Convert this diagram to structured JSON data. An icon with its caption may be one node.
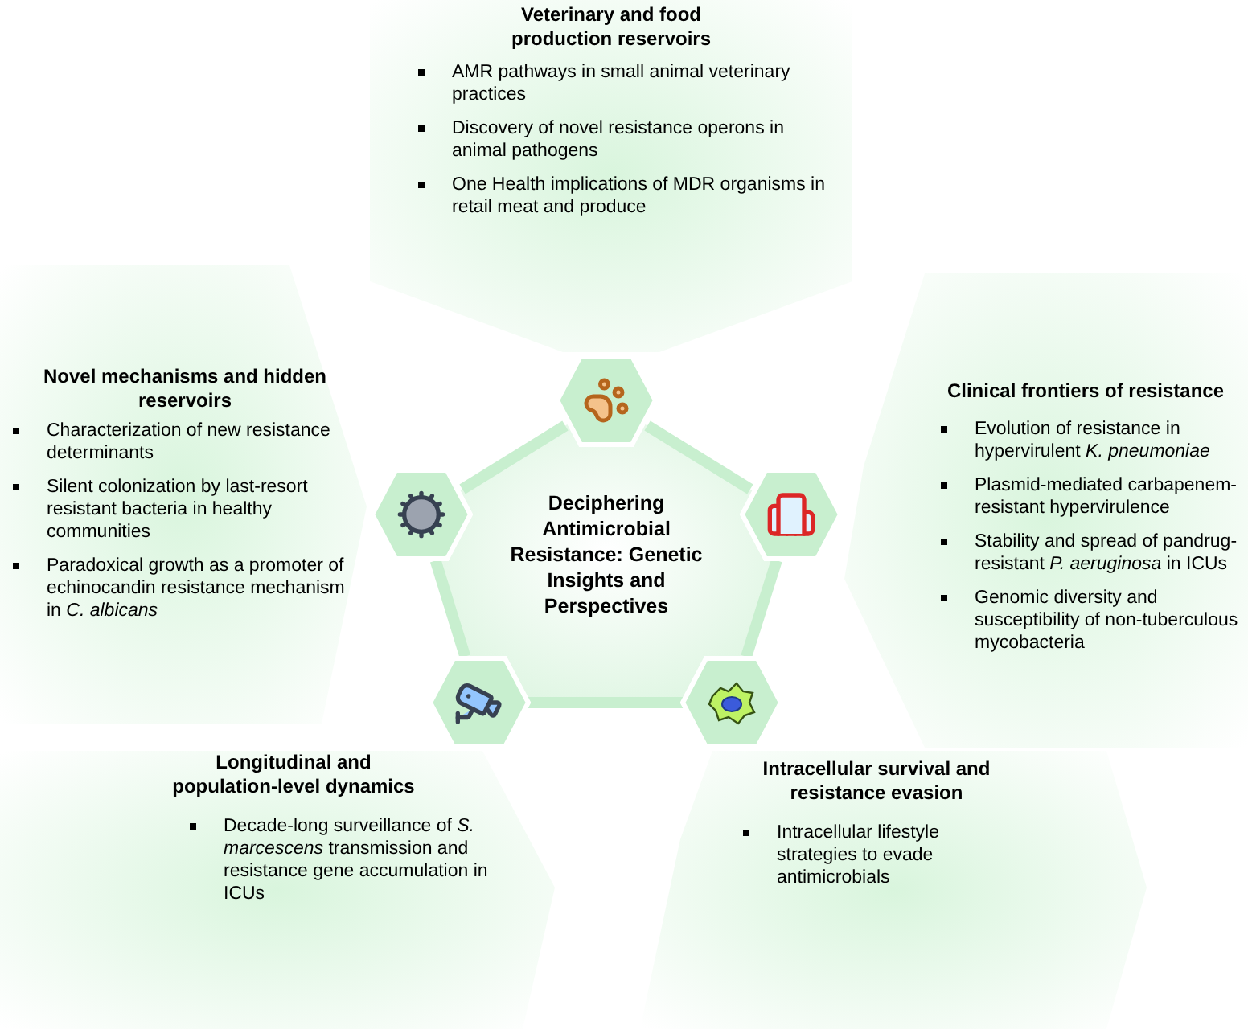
{
  "diagram": {
    "nodes": [
      {
        "text": [
          "Veterinary and food production reservoirs",
          "AMR pathways in small animal veterinary practices",
          "Discovery of novel resistance operons in animal pathogens",
          "One Health implications of MDR organisms in retail meat and produce"
        ]
      },
      {
        "text": [
          "Novel mechanisms and hidden reservoirs",
          "Characterization of new resistance determinants",
          "Silent colonization by last-resort resistant bacteria in healthy communities",
          "Paradoxical growth as a promoter of echinocandin resistance mechanism in *C. albicans*"
        ]
      },
      {
        "text": [
          "Deciphering Antimicrobial Resistance: Genetic Insights and Perspectives"
        ]
      },
      {
        "text": [
          "Clinical frontiers of resistance",
          "Evolution of resistance in hypervirulent *K. pneumoniae*",
          "Plasmid-mediated carbapenem-resistant hypervirulence",
          "Stability and spread of pandrug-resistant *P. aeruginosa* in ICUs",
          "Genomic diversity and susceptibility of non-tuberculous mycobacteria"
        ]
      },
      {
        "text": [
          "Longitudinal and population-level dynamics",
          "Decade-long surveillance of *S. marcescens* transmission and resistance gene accumulation in ICUs"
        ]
      },
      {
        "text": [
          "Intracellular survival and resistance evasion",
          "Intracellular lifestyle strategies to evade antimicrobials"
        ]
      },
      {
        "text": [],
        "shape": "hexagon"
      },
      {
        "text": [],
        "shape": "hexagon"
      },
      {
        "text": [],
        "shape": "hexagon"
      },
      {
        "text": [],
        "shape": "hexagon"
      },
      {
        "text": [],
        "shape": "hexagon"
      }
    ],
    "edges": [
      {
        "from": 6,
        "to": 8,
        "arrow": "none"
      },
      {
        "from": 8,
        "to": 10,
        "arrow": "none"
      },
      {
        "from": 10,
        "to": 9,
        "arrow": "none"
      },
      {
        "from": 9,
        "to": 7,
        "arrow": "none"
      },
      {
        "from": 7,
        "to": 6,
        "arrow": "none"
      }
    ]
  }
}
